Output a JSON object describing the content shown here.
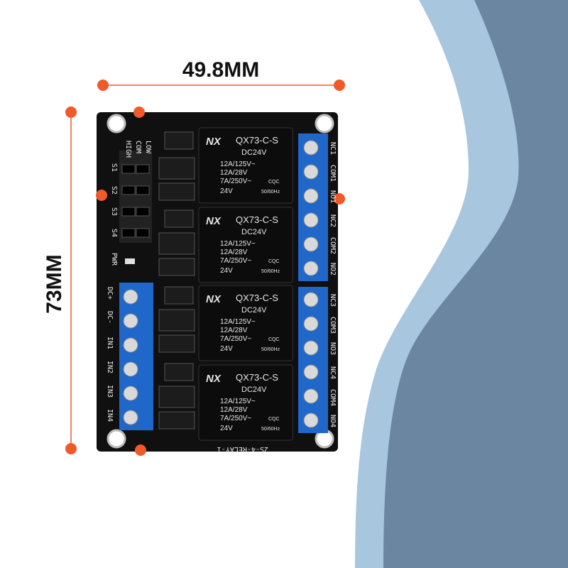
{
  "dimensions": {
    "width_label": "49.8MM",
    "height_label": "73MM",
    "marker_color": "#f05a2a"
  },
  "background": {
    "light_wave_color": "#a9c6df",
    "dark_wave_color": "#6b86a1"
  },
  "board": {
    "pcb_color": "#101010",
    "terminal_color": "#1f67c9",
    "bottom_marking": "2S-4-RELAY-1",
    "left_labels": [
      "LOW",
      "COM",
      "HIGH",
      "S1",
      "S2",
      "S3",
      "S4",
      "PWR"
    ],
    "input_terminal_labels": [
      "DC+",
      "DC-",
      "IN1",
      "IN2",
      "IN3",
      "IN4"
    ],
    "output_terminal_labels": [
      "NC1",
      "COM1",
      "NO1",
      "NC2",
      "COM2",
      "NO2",
      "NC3",
      "COM3",
      "NO3",
      "NC4",
      "COM4",
      "NO4"
    ],
    "relays": [
      {
        "model": "QX73-C-S",
        "coil": "DC24V",
        "rating_1": "12A/125V~",
        "rating_2": "12A/28V",
        "rating_3": "7A/250V~",
        "voltage": "24V",
        "freq": "50/60Hz",
        "cert": "CQC"
      },
      {
        "model": "QX73-C-S",
        "coil": "DC24V",
        "rating_1": "12A/125V~",
        "rating_2": "12A/28V",
        "rating_3": "7A/250V~",
        "voltage": "24V",
        "freq": "50/60Hz",
        "cert": "CQC"
      },
      {
        "model": "QX73-C-S",
        "coil": "DC24V",
        "rating_1": "12A/125V~",
        "rating_2": "12A/28V",
        "rating_3": "7A/250V~",
        "voltage": "24V",
        "freq": "50/60Hz",
        "cert": "CQC"
      },
      {
        "model": "QX73-C-S",
        "coil": "DC24V",
        "rating_1": "12A/125V~",
        "rating_2": "12A/28V",
        "rating_3": "7A/250V~",
        "voltage": "24V",
        "freq": "50/60Hz",
        "cert": "CQC"
      }
    ]
  }
}
